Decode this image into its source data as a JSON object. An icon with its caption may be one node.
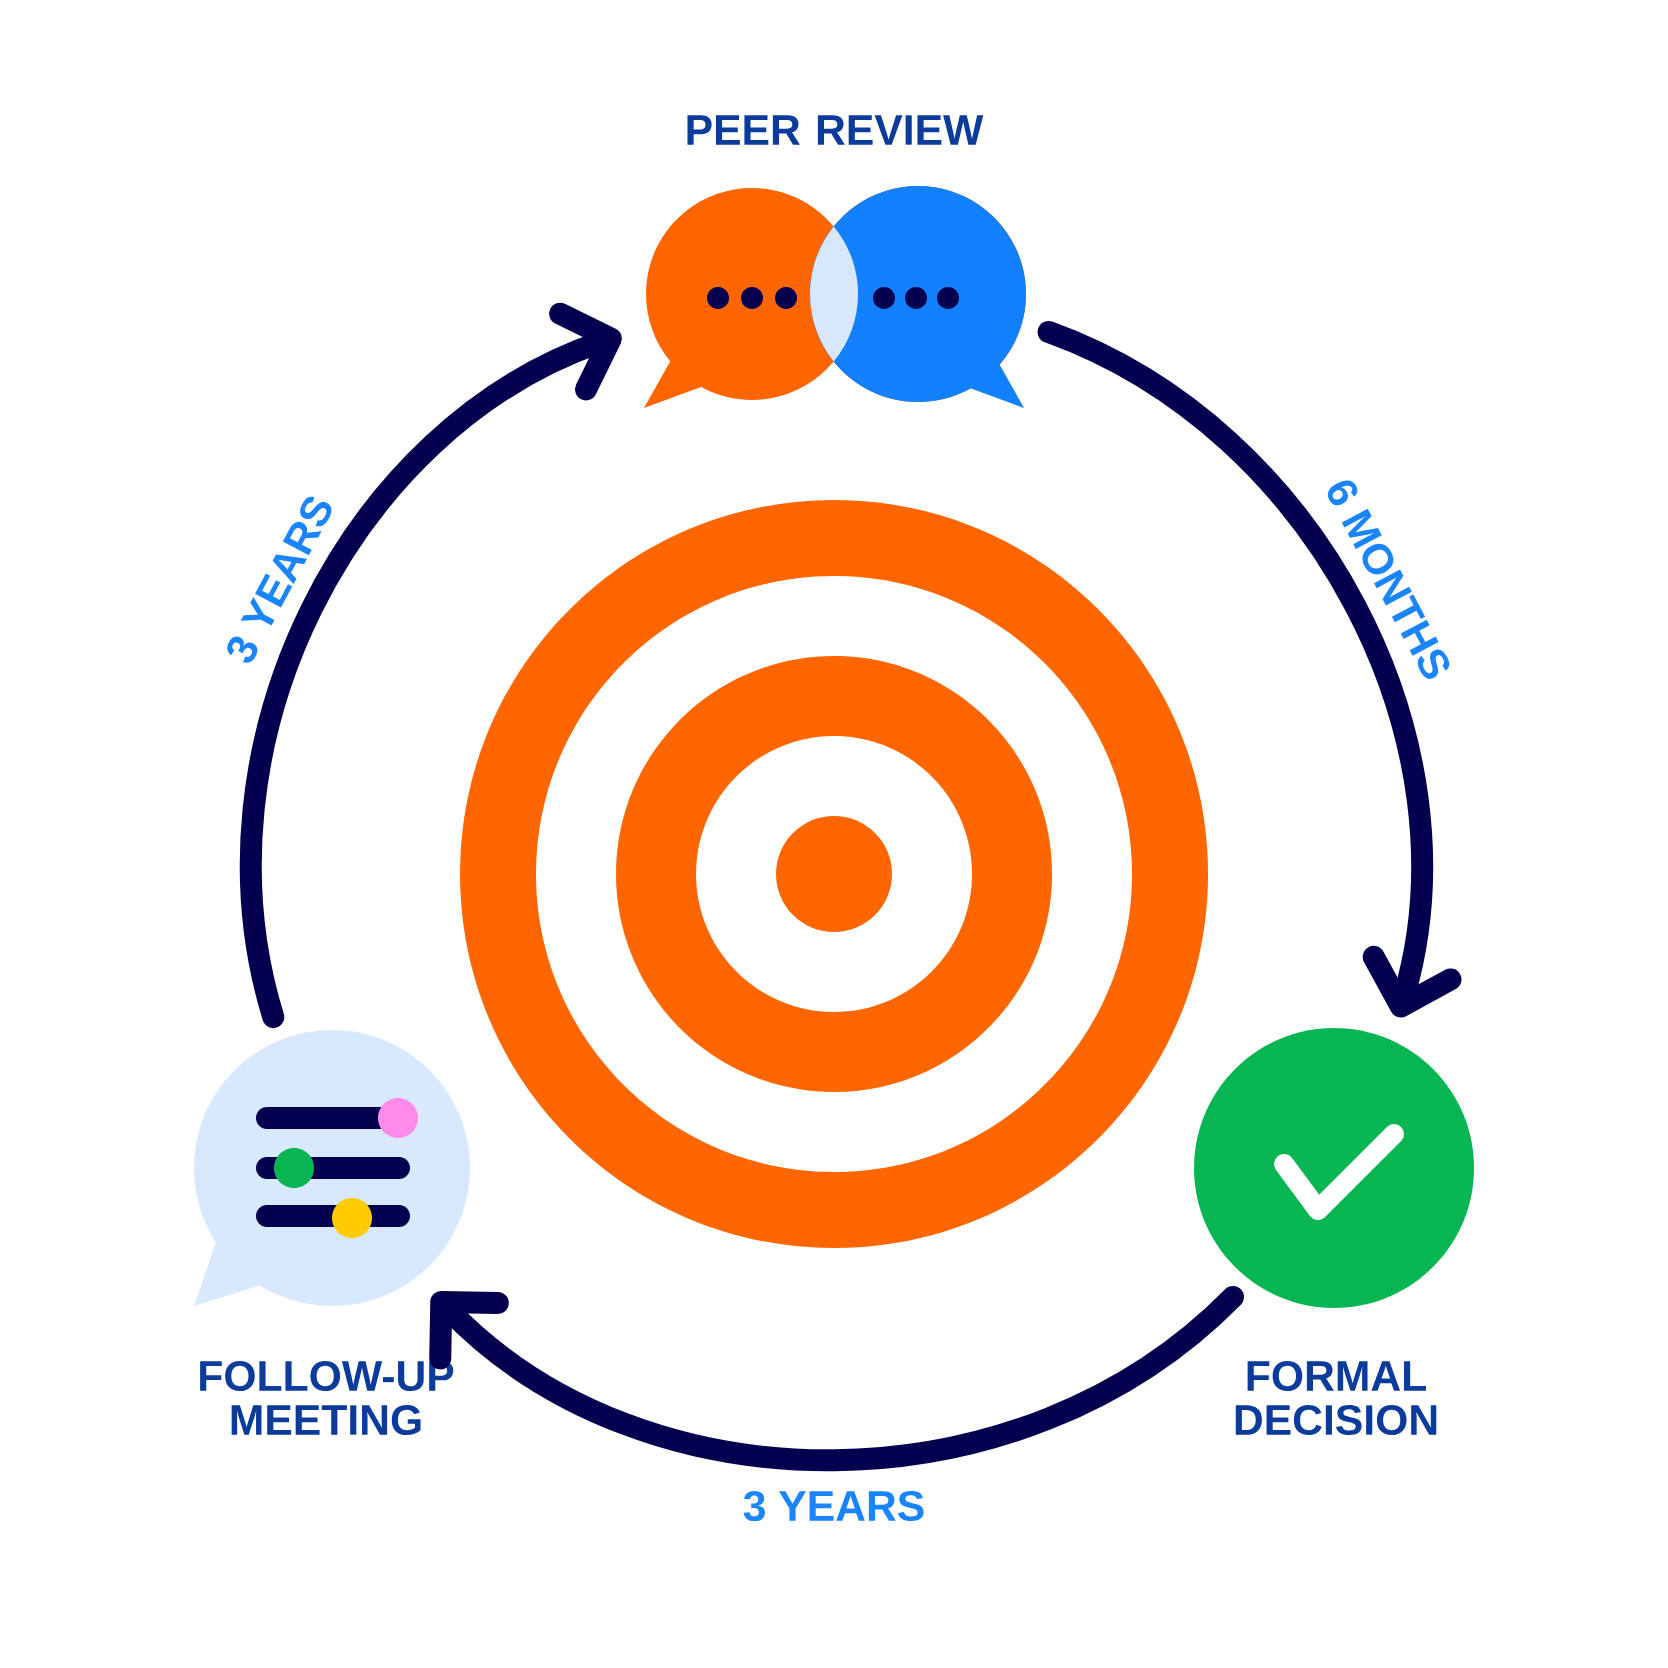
{
  "diagram": {
    "nodes": [
      {
        "text": [
          "PEER REVIEW"
        ]
      },
      {
        "text": [
          "FORMAL DECISION"
        ]
      },
      {
        "text": [
          "FOLLOW-UP MEETING"
        ]
      }
    ],
    "edges": [
      {
        "from": 0,
        "to": 1,
        "arrow": "to",
        "label": "6 MONTHS"
      },
      {
        "from": 1,
        "to": 2,
        "arrow": "to",
        "label": "3 YEARS"
      },
      {
        "from": 2,
        "to": 0,
        "arrow": "to",
        "label": "3 YEARS"
      }
    ]
  }
}
